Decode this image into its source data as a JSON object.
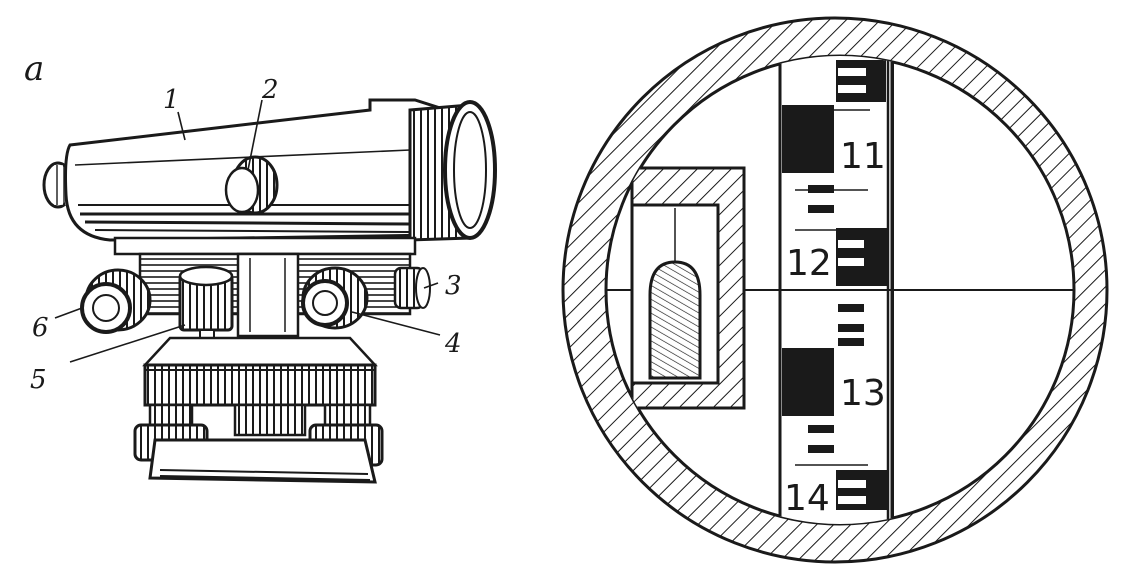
{
  "panel_label": "a",
  "callouts": [
    {
      "id": "1",
      "text": "1"
    },
    {
      "id": "2",
      "text": "2"
    },
    {
      "id": "3",
      "text": "3"
    },
    {
      "id": "4",
      "text": "4"
    },
    {
      "id": "5",
      "text": "5"
    },
    {
      "id": "6",
      "text": "6"
    }
  ],
  "staff_readings": [
    "11",
    "12",
    "13",
    "14"
  ],
  "colors": {
    "ink": "#1a1a1a",
    "paper": "#ffffff"
  }
}
